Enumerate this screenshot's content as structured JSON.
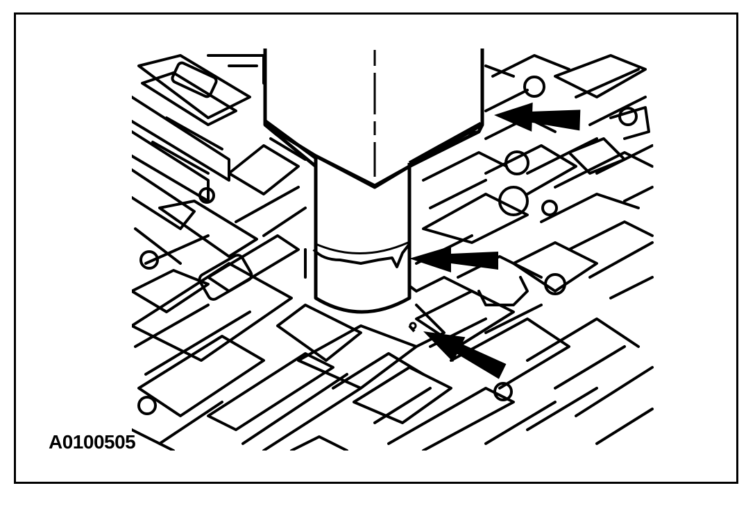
{
  "figure": {
    "id_label": "A0100505"
  },
  "colors": {
    "ink": "#000000",
    "paper": "#ffffff"
  },
  "icons": {
    "arrow": "arrow-left-icon",
    "tool": "cylindrical-tool",
    "plate": "valve-body-plate"
  }
}
